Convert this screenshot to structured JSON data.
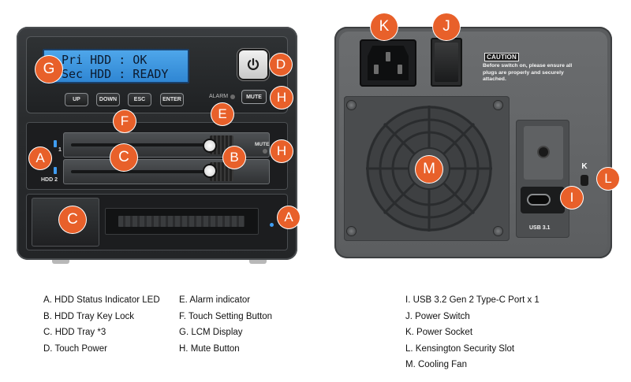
{
  "front": {
    "lcd_line1": "Pri HDD : OK",
    "lcd_line2": "Sec HDD : READY",
    "buttons": [
      "UP",
      "DOWN",
      "ESC",
      "ENTER"
    ],
    "alarm_label": "ALARM",
    "mute_button_label": "MUTE",
    "tray_mute_label": "MUTE",
    "hdd1_label": "1",
    "hdd2_label": "HDD 2"
  },
  "back": {
    "caution_title": "CAUTION",
    "caution_text": "Before switch on, please ensure all plugs are properly and securely attached.",
    "usb_label": "USB 3.1",
    "k_glyph": "K"
  },
  "markers": {
    "A": "A",
    "B": "B",
    "C": "C",
    "D": "D",
    "E": "E",
    "F": "F",
    "G": "G",
    "H": "H",
    "I": "I",
    "J": "J",
    "K": "K",
    "L": "L",
    "M": "M"
  },
  "legend": {
    "col1": [
      "A. HDD Status Indicator LED",
      "B. HDD Tray Key Lock",
      "C. HDD Tray *3",
      "D. Touch Power"
    ],
    "col2": [
      "E. Alarm indicator",
      "F. Touch Setting Button",
      "G. LCM Display",
      "H. Mute Button"
    ],
    "col3": [
      "I. USB 3.2 Gen 2 Type-C Port x 1",
      "J. Power Switch",
      "K. Power Socket",
      "L. Kensington Security Slot",
      "M. Cooling Fan"
    ]
  },
  "colors": {
    "marker": "#e8602a",
    "lcd": "#3b93df",
    "led_blue": "#3f9df2"
  }
}
